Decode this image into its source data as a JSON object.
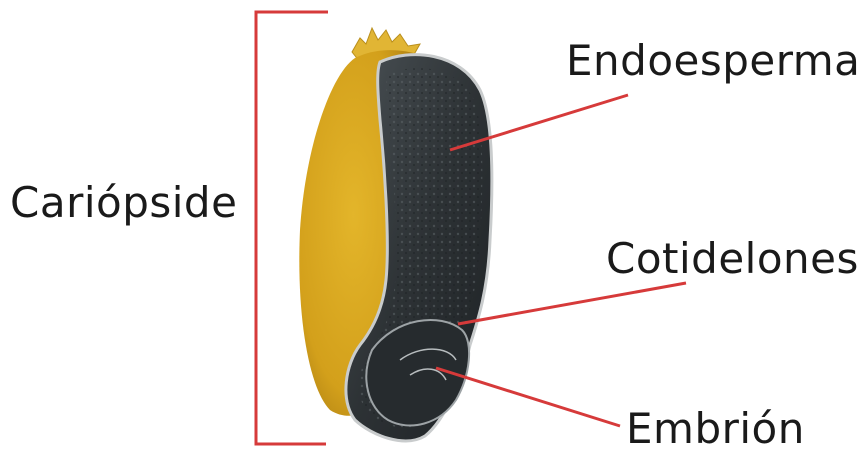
{
  "labels": {
    "cariopside": "Cariópside",
    "endosperma": "Endoesperma",
    "cotiledones": "Cotidelones",
    "embrion": "Embrión"
  },
  "colors": {
    "leader": "#d63a3a",
    "husk": "#d9a81e",
    "section": "#2f3336",
    "text": "#1a1a1a"
  }
}
